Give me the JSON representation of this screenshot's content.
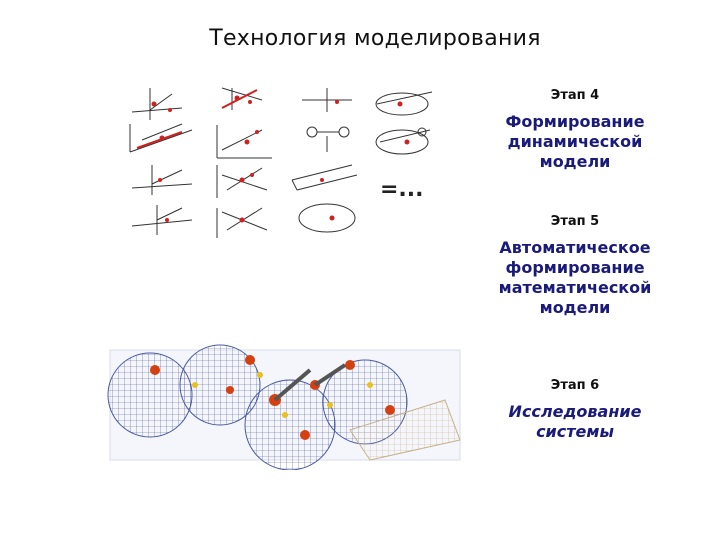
{
  "slide": {
    "title": "Технология моделирования"
  },
  "stages": [
    {
      "label": "Этап 4",
      "text": "Формирование\nдинамической\nмодели"
    },
    {
      "label": "Этап 5",
      "text": "Автоматическое\nформирование\nматематической\nмодели"
    },
    {
      "label": "Этап 6",
      "text": "Исследование\nсистемы"
    }
  ],
  "diagram": {
    "equals_ellipsis": "=..."
  },
  "colors": {
    "stage_text": "#1a1a7a",
    "mesh": "#4a5aa0",
    "accent": "#d02020"
  }
}
